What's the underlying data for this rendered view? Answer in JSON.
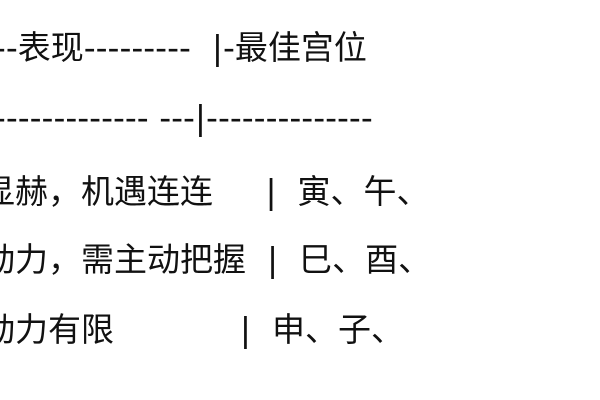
{
  "table": {
    "header_line": "---表现---------  |-最佳宫位",
    "separator_line": "-------------- ---|--------------",
    "rows": [
      "显赫，机遇连连     |  寅、午、",
      "动力，需主动把握  |  巳、酉、",
      "动力有限            |  申、子、"
    ]
  }
}
